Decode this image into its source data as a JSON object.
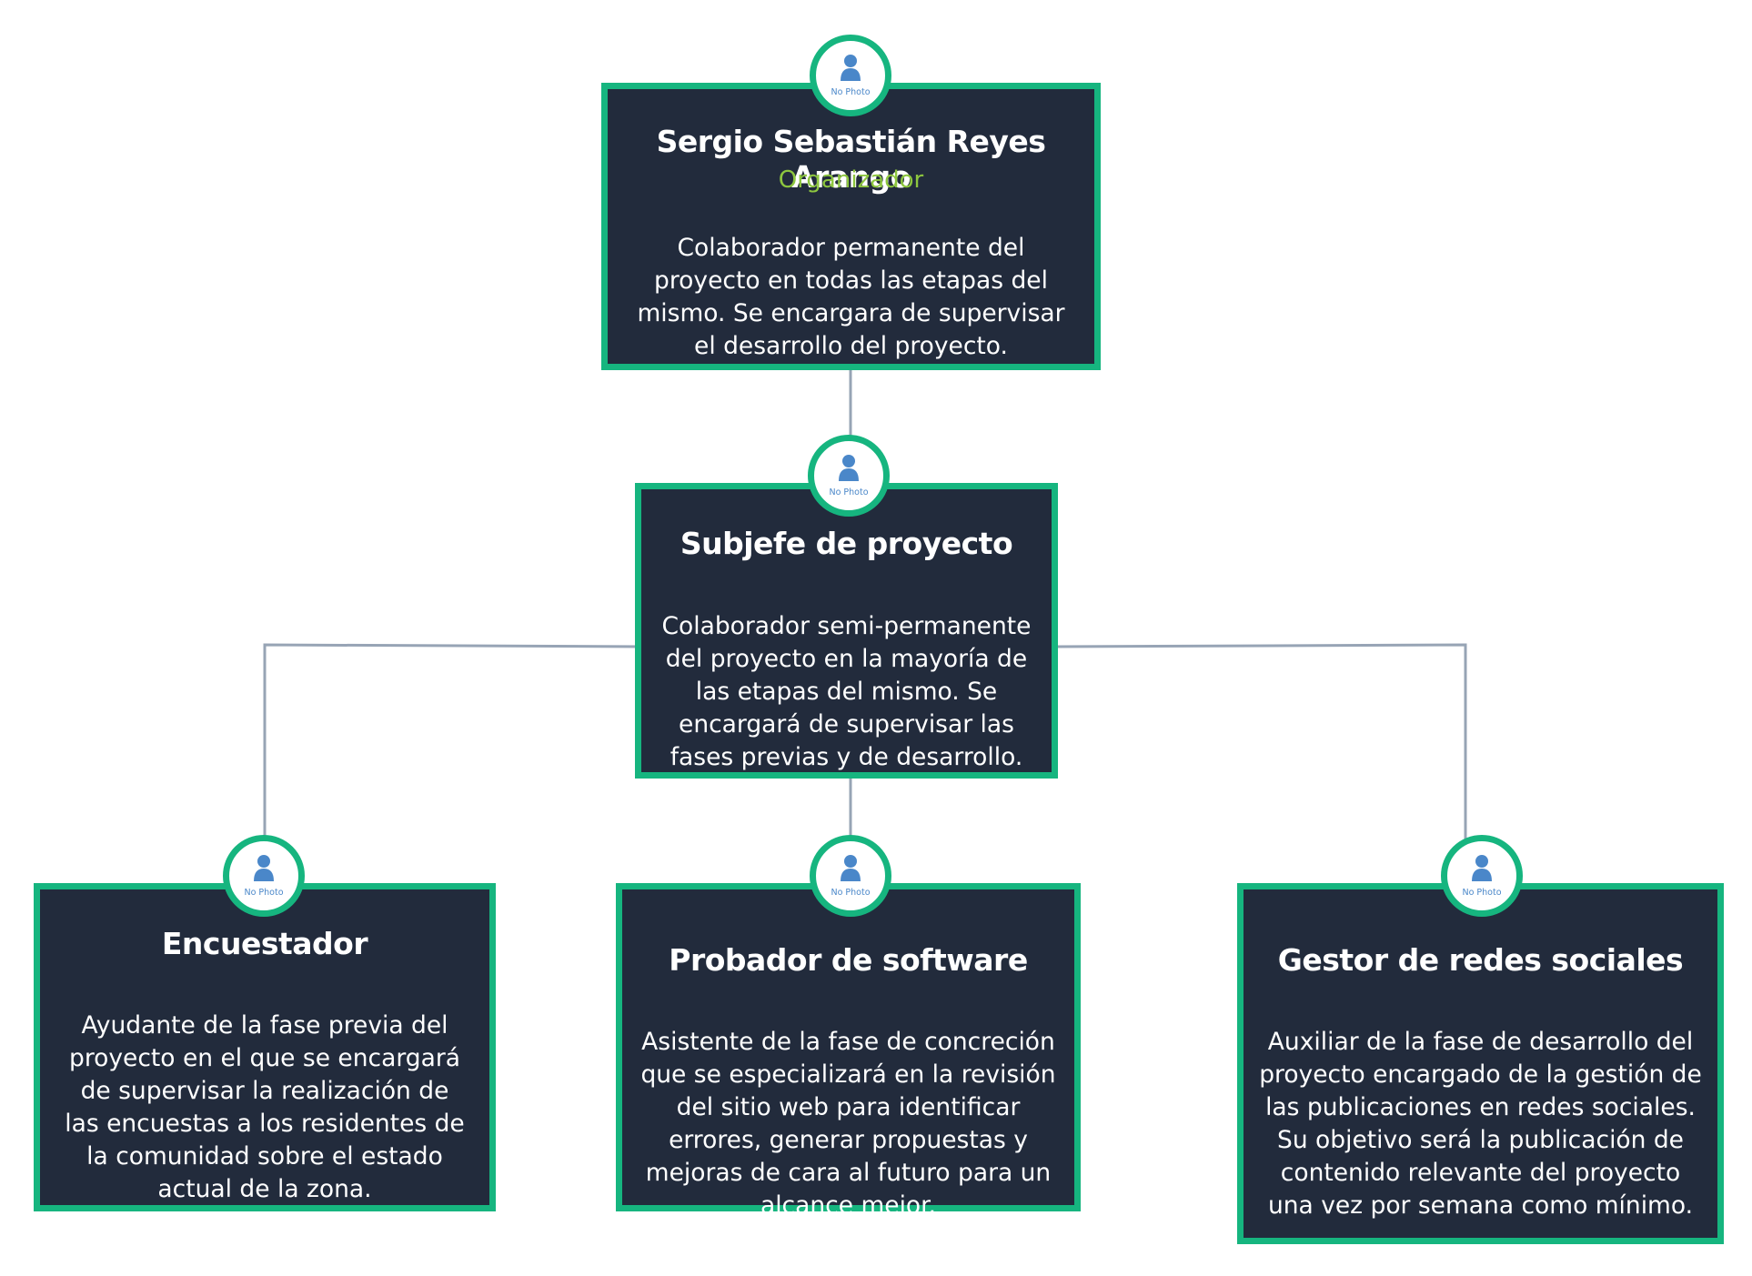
{
  "colors": {
    "node_background": "#222b3c",
    "node_border": "#16b57f",
    "role_text": "#8dc63f",
    "connector": "#97a4b5",
    "avatar_icon": "#4a87c9"
  },
  "avatar_icon": "person-icon",
  "nodes": [
    {
      "id": "root",
      "title": "Sergio Sebastián Reyes Arango",
      "role": "Organizador",
      "photo_label": "No Photo",
      "description": "Colaborador permanente del proyecto en todas las etapas del mismo. Se encargara de supervisar el desarrollo del proyecto."
    },
    {
      "id": "subjefe",
      "title": "Subjefe de proyecto",
      "photo_label": "No Photo",
      "description": "Colaborador semi-permanente del proyecto en la mayoría de las etapas del mismo. Se encargará de supervisar las fases previas y de desarrollo."
    },
    {
      "id": "encuestador",
      "title": "Encuestador",
      "photo_label": "No Photo",
      "description": "Ayudante de la fase previa del proyecto en el que se encargará de supervisar la realización de las encuestas a los residentes de la comunidad sobre el estado actual de la zona."
    },
    {
      "id": "probador",
      "title": "Probador de software",
      "photo_label": "No Photo",
      "description": "Asistente de la fase de concreción que se especializará en la revisión del sitio web para identificar errores, generar propuestas y mejoras de cara al futuro para un alcance mejor."
    },
    {
      "id": "gestor",
      "title": "Gestor de redes sociales",
      "photo_label": "No Photo",
      "description": "Auxiliar de la fase de desarrollo del proyecto encargado de la gestión de las publicaciones en redes sociales. Su objetivo será la publicación de contenido relevante del proyecto una vez por semana como mínimo."
    }
  ]
}
